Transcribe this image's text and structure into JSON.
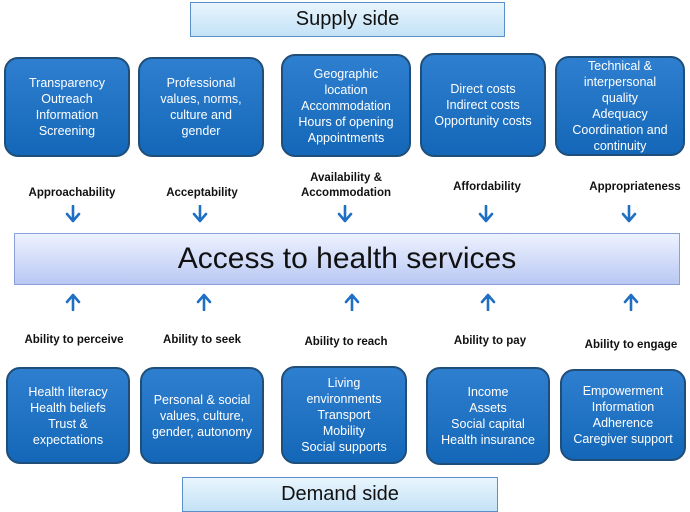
{
  "supply_title": "Supply side",
  "demand_title": "Demand side",
  "central_title": "Access to health services",
  "supply": [
    {
      "label": "Approachability",
      "items": [
        "Transparency",
        "Outreach",
        "Information",
        "Screening"
      ]
    },
    {
      "label": "Acceptability",
      "items": [
        "Professional",
        "values, norms,",
        "culture and",
        "gender"
      ]
    },
    {
      "label": "Availability & Accommodation",
      "label_lines": [
        "Availability &",
        "Accommodation"
      ],
      "items": [
        "Geographic",
        "location",
        "Accommodation",
        "Hours of opening",
        "Appointments"
      ]
    },
    {
      "label": "Affordability",
      "items": [
        "Direct costs",
        "Indirect costs",
        "Opportunity costs"
      ]
    },
    {
      "label": "Appropriateness",
      "items": [
        "Technical &",
        "interpersonal",
        "quality",
        "Adequacy",
        "Coordination and",
        "continuity"
      ]
    }
  ],
  "demand": [
    {
      "label": "Ability to perceive",
      "items": [
        "Health literacy",
        "Health beliefs",
        "Trust &",
        "expectations"
      ]
    },
    {
      "label": "Ability to seek",
      "items": [
        "Personal & social",
        "values, culture,",
        "gender, autonomy"
      ]
    },
    {
      "label": "Ability to reach",
      "items": [
        "Living",
        "environments",
        "Transport",
        "Mobility",
        "Social supports"
      ]
    },
    {
      "label": "Ability to pay",
      "items": [
        "Income",
        "Assets",
        "Social capital",
        "Health insurance"
      ]
    },
    {
      "label": "Ability to engage",
      "items": [
        "Empowerment",
        "Information",
        "Adherence",
        "Caregiver support"
      ]
    }
  ],
  "colors": {
    "box_fill": "#1a6dc0",
    "box_border": "#1f4e79",
    "arrow": "#1f6fc5",
    "banner_fill": "#d4ecfa"
  }
}
